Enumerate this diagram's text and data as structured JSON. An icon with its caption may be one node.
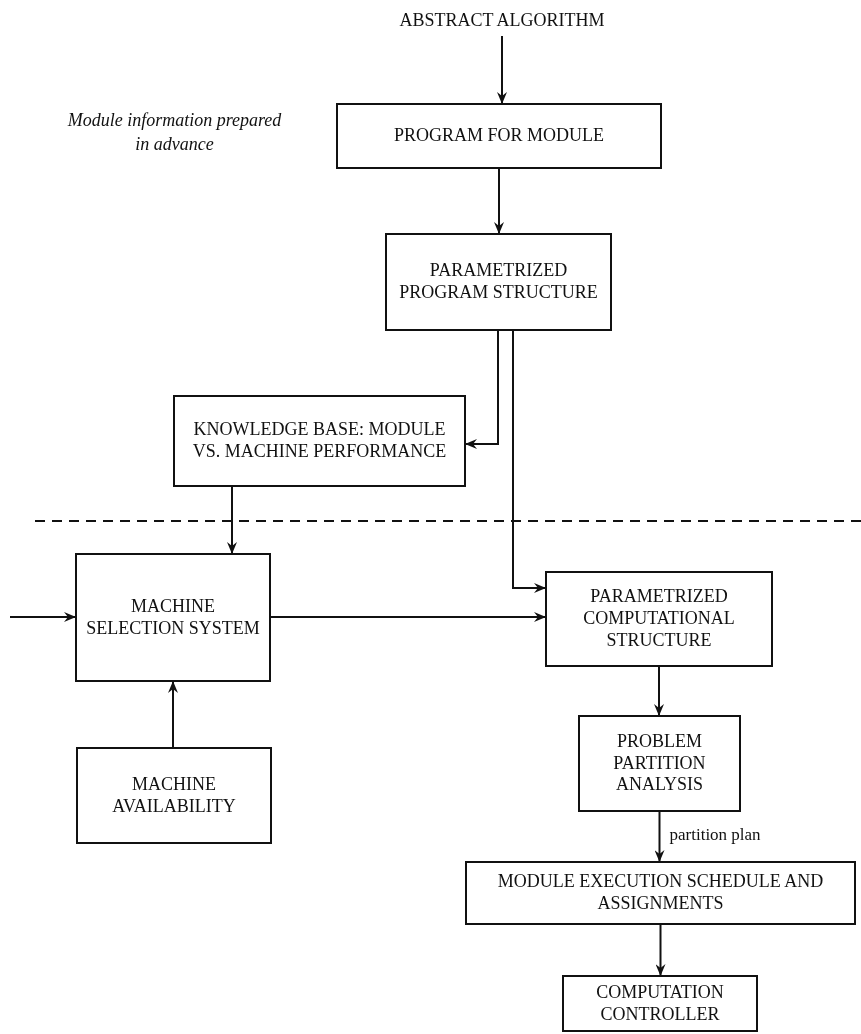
{
  "diagram": {
    "nodes": [
      {
        "text": [
          "ABSTRACT ALGORITHM"
        ]
      },
      {
        "text": [
          "PROGRAM FOR MODULE"
        ]
      },
      {
        "text": [
          "PARAMETRIZED PROGRAM STRUCTURE"
        ]
      },
      {
        "text": [
          "KNOWLEDGE BASE: MODULE VS. MACHINE PERFORMANCE"
        ]
      },
      {
        "text": [
          "MACHINE SELECTION SYSTEM"
        ]
      },
      {
        "text": [
          "PARAMETRIZED COMPUTATIONAL STRUCTURE"
        ]
      },
      {
        "text": [
          "PROBLEM PARTITION ANALYSIS"
        ]
      },
      {
        "text": [
          "MACHINE AVAILABILITY"
        ]
      },
      {
        "text": [
          "MODULE EXECUTION SCHEDULE AND ASSIGNMENTS"
        ]
      },
      {
        "text": [
          "COMPUTATION CONTROLLER"
        ]
      }
    ],
    "edges": [
      {
        "from": 0,
        "to": 1,
        "arrow": "to"
      },
      {
        "from": 1,
        "to": 2,
        "arrow": "to"
      },
      {
        "from": 2,
        "to": 3,
        "arrow": "to"
      },
      {
        "from": 2,
        "to": 5,
        "arrow": "to"
      },
      {
        "from": 3,
        "to": 4,
        "arrow": "to"
      },
      {
        "from": null,
        "to": 4,
        "arrow": "to"
      },
      {
        "from": 4,
        "to": 5,
        "arrow": "to"
      },
      {
        "from": 7,
        "to": 4,
        "arrow": "to"
      },
      {
        "from": 5,
        "to": 6,
        "arrow": "to"
      },
      {
        "from": 6,
        "to": 8,
        "arrow": "to",
        "label": "partition plan"
      },
      {
        "from": 8,
        "to": 9,
        "arrow": "to"
      }
    ],
    "labels": [
      "Module information prepared in advance"
    ]
  }
}
